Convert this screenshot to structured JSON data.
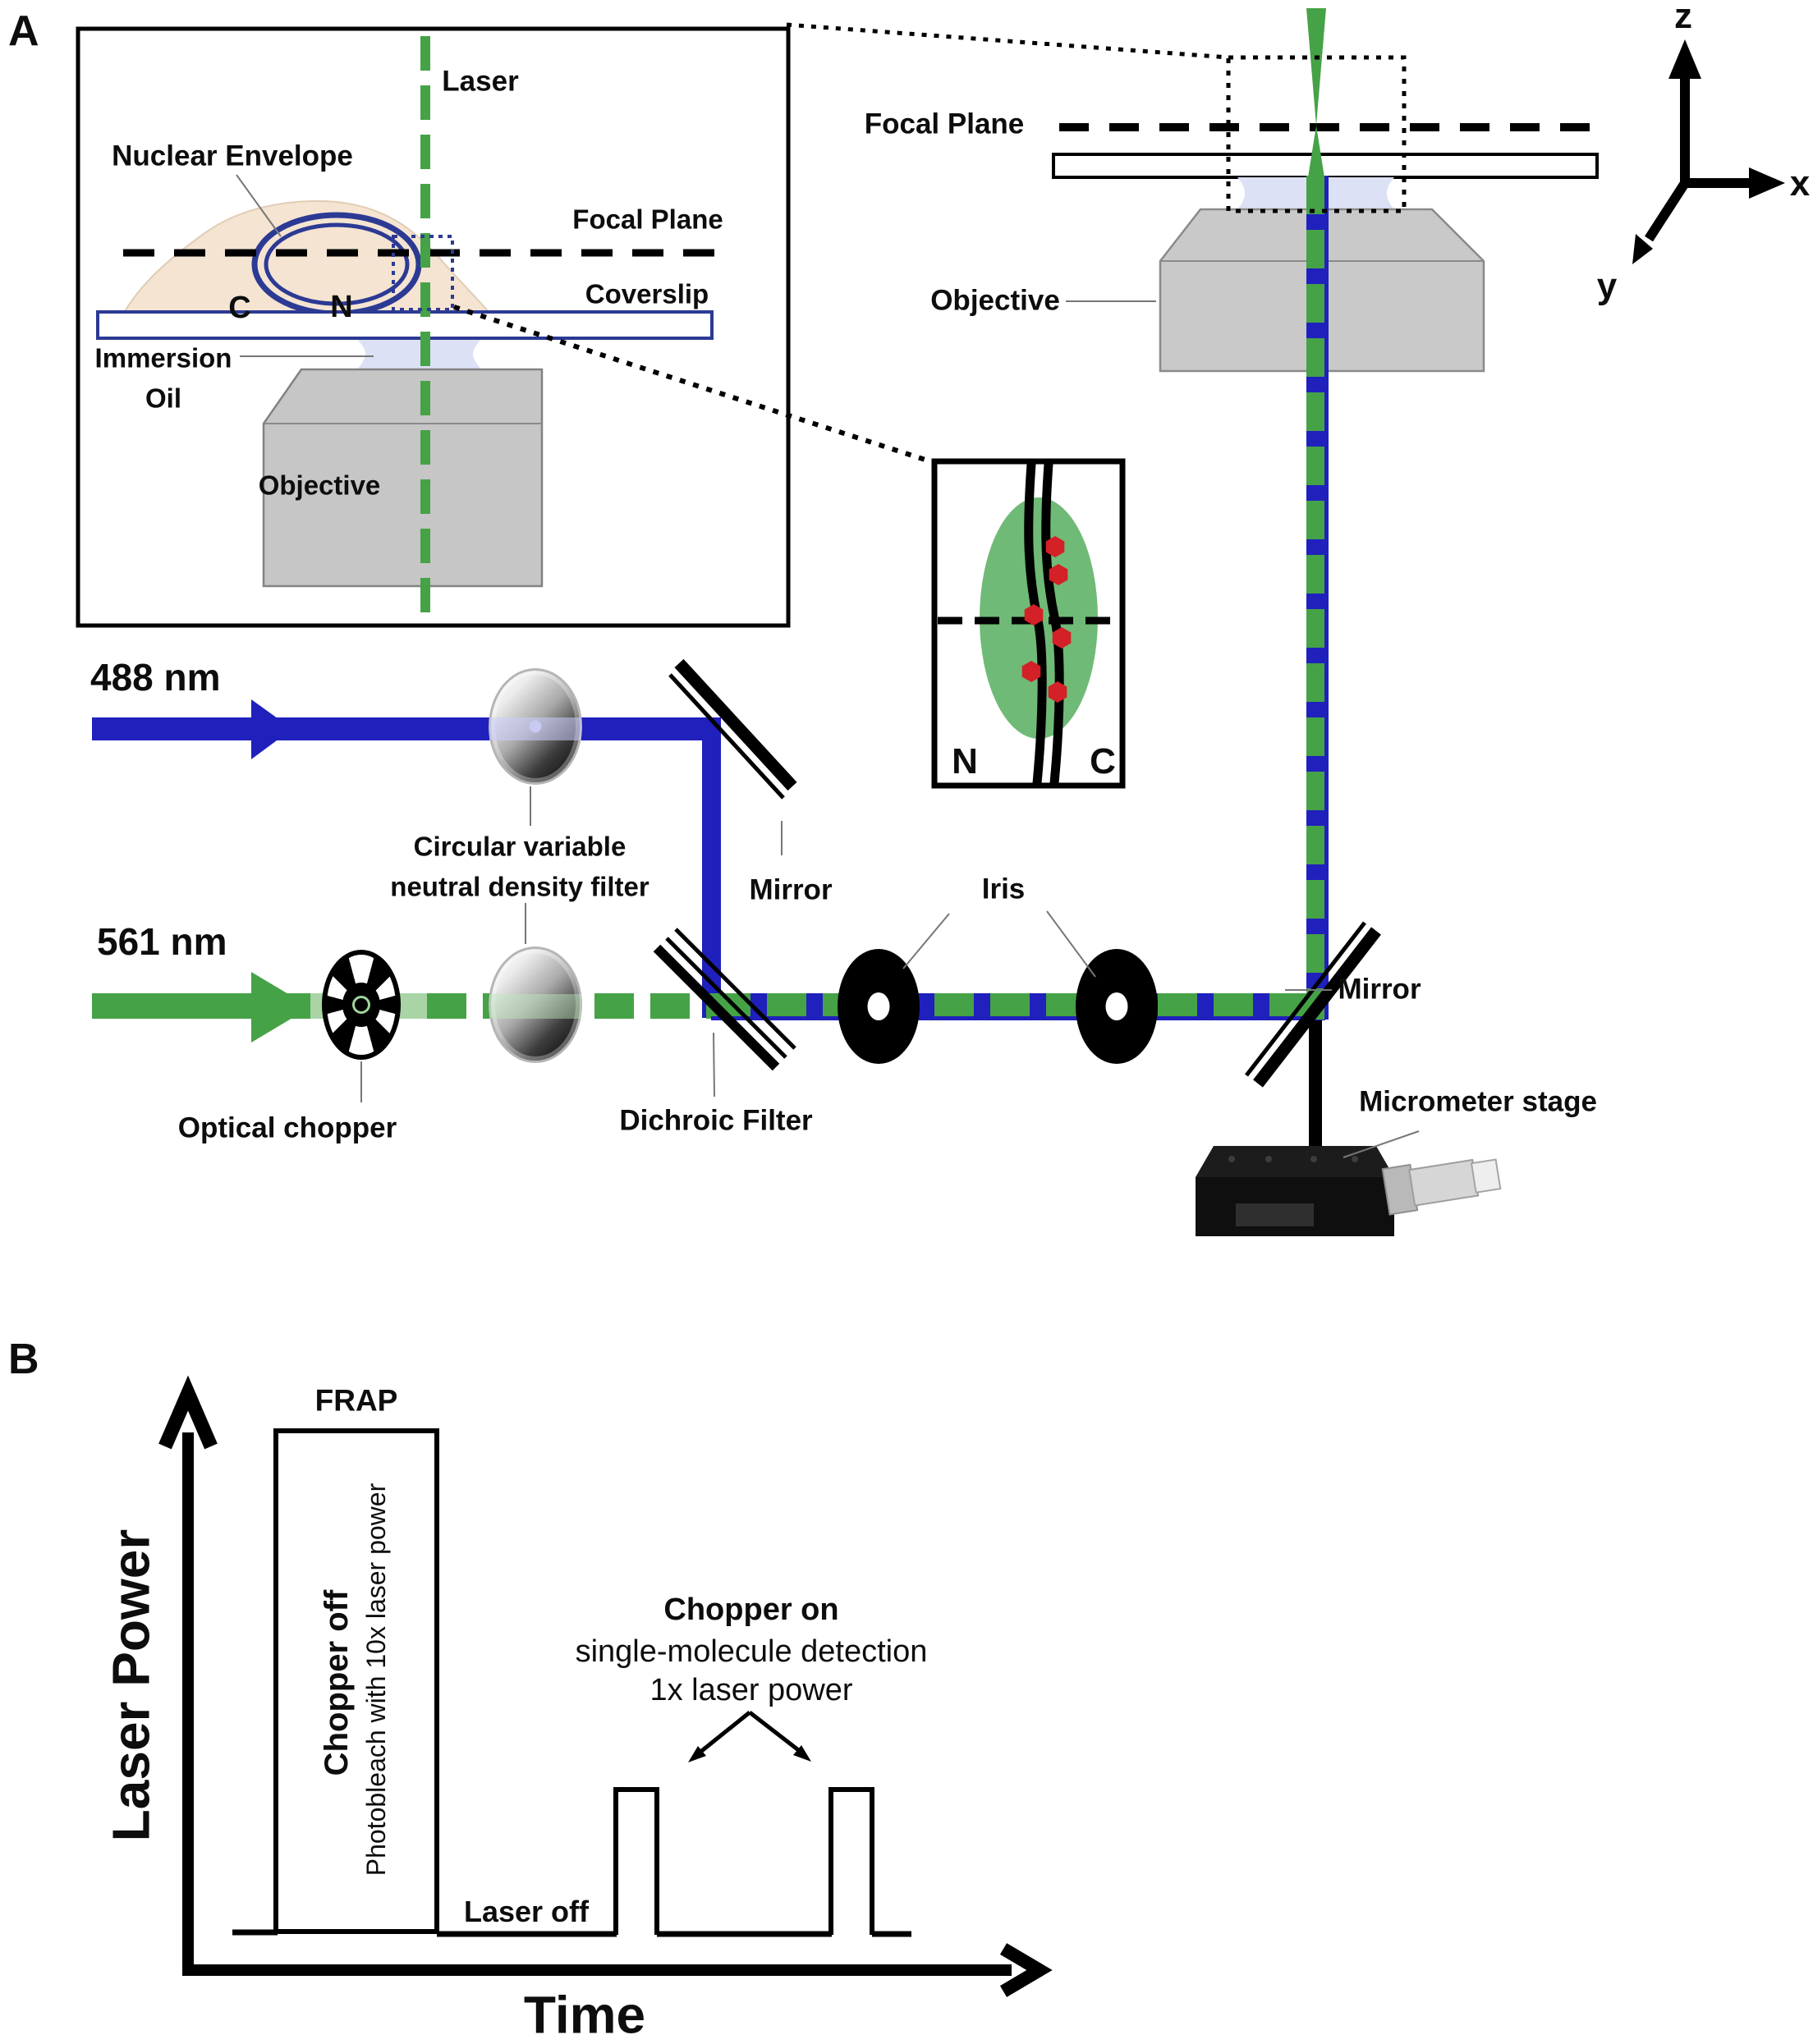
{
  "figure": {
    "panel_a_label": "A",
    "panel_b_label": "B"
  },
  "inset": {
    "laser": "Laser",
    "nuclear_envelope": "Nuclear Envelope",
    "focal_plane": "Focal Plane",
    "cytoplasm_abbrev": "C",
    "nucleus_abbrev": "N",
    "coverslip": "Coverslip",
    "immersion_line1": "Immersion",
    "immersion_line2": "Oil",
    "objective": "Objective"
  },
  "microscope": {
    "focal_plane": "Focal Plane",
    "objective": "Objective",
    "axis_z": "z",
    "axis_x": "x",
    "axis_y": "y"
  },
  "zoom_box": {
    "nucleus_abbrev": "N",
    "cytoplasm_abbrev": "C"
  },
  "beam_path": {
    "laser_488": "488 nm",
    "laser_561": "561 nm",
    "optical_chopper": "Optical chopper",
    "nd_filter_line1": "Circular variable",
    "nd_filter_line2": "neutral density filter",
    "mirror_top": "Mirror",
    "dichroic_filter": "Dichroic Filter",
    "iris": "Iris",
    "mirror_right": "Mirror",
    "micrometer_stage": "Micrometer stage"
  },
  "plot": {
    "y_axis": "Laser Power",
    "x_axis": "Time",
    "frap": "FRAP",
    "chopper_off": "Chopper off",
    "photobleach": "Photobleach with 10x laser power",
    "laser_off": "Laser off",
    "chopper_on": "Chopper on",
    "detection": "single-molecule detection",
    "power_1x": "1x laser power",
    "frap_relative_power": "10x",
    "detection_relative_power": "1x"
  },
  "colors": {
    "beam_blue": "#2020bd",
    "beam_green": "#46a246",
    "beam_green_light": "#a9d4a6",
    "cell_fill": "#f4e4d1",
    "envelope_navy": "#2c3a94",
    "immersion_oil": "#dce1f6",
    "objective_gray": "#c9c9c9",
    "zoom_ellipse_green": "#6fba77",
    "molecule_red": "#d42027"
  }
}
